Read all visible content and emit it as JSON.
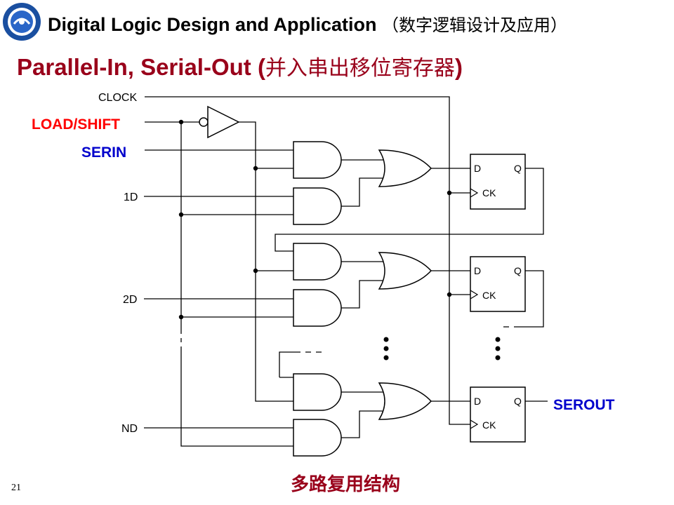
{
  "header": {
    "title": "Digital Logic Design and Application",
    "title_cn": "（数字逻辑设计及应用）"
  },
  "slide": {
    "title": "Parallel-In, Serial-Out (",
    "title_cn": "并入串出移位寄存器",
    "title_close": ")"
  },
  "signals": {
    "clock": "CLOCK",
    "load_shift": "LOAD/SHIFT",
    "serin": "SERIN",
    "d1": "1D",
    "d2": "2D",
    "dn": "ND",
    "serout": "SEROUT"
  },
  "flipflop": {
    "d": "D",
    "q": "Q",
    "ck": "CK"
  },
  "caption": "多路复用结构",
  "page_number": "21",
  "colors": {
    "title": "#99001a",
    "load_shift": "#ff0000",
    "serin": "#0000cc",
    "wire": "#000000"
  }
}
